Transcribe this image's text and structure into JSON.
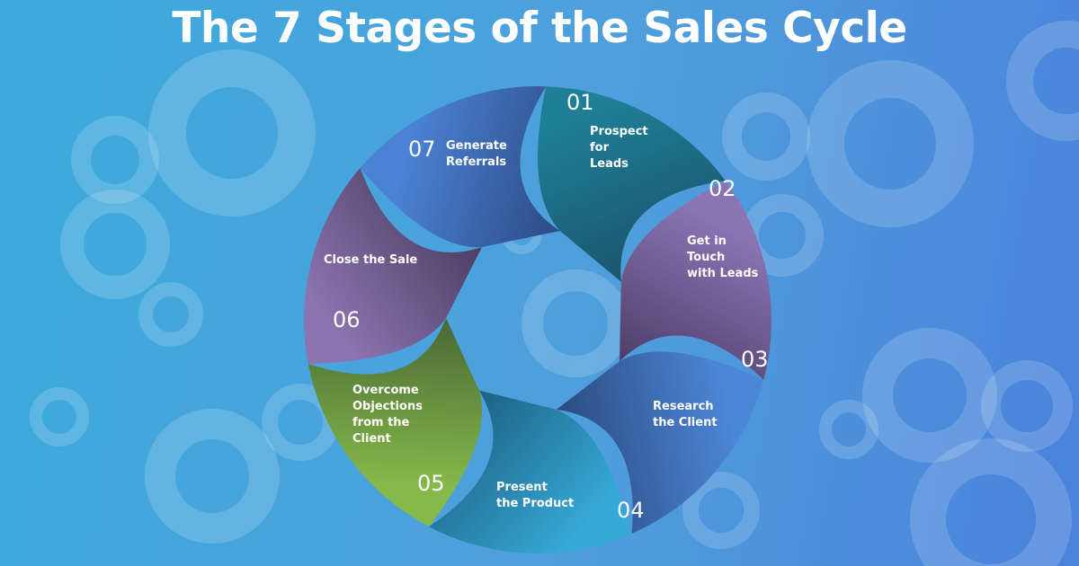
{
  "title": "The 7 Stages of the Sales Cycle",
  "colors": {
    "background_left": "#3cabdc",
    "background_right": "#4a82dc",
    "bubbles": "#ffffff"
  },
  "stages": [
    {
      "number": "01",
      "lines": [
        "Prospect",
        "for",
        "Leads"
      ],
      "color": "#1e7f96",
      "color_dark": "#194a63"
    },
    {
      "number": "02",
      "lines": [
        "Get in",
        "Touch",
        "with Leads"
      ],
      "color": "#8a74b4",
      "color_dark": "#3f3156"
    },
    {
      "number": "03",
      "lines": [
        "Research",
        "the Client"
      ],
      "color": "#4c86d6",
      "color_dark": "#243d6c"
    },
    {
      "number": "04",
      "lines": [
        "Present",
        "the Product"
      ],
      "color": "#36a9d6",
      "color_dark": "#17506f"
    },
    {
      "number": "05",
      "lines": [
        "Overcome",
        "Objections",
        "from the",
        "Client"
      ],
      "color": "#86b84a",
      "color_dark": "#3a5530"
    },
    {
      "number": "06",
      "lines": [
        "Close the Sale"
      ],
      "color": "#8c74b0",
      "color_dark": "#3d3150"
    },
    {
      "number": "07",
      "lines": [
        "Generate",
        "Referrals"
      ],
      "color": "#4b82d4",
      "color_dark": "#253d70"
    }
  ]
}
